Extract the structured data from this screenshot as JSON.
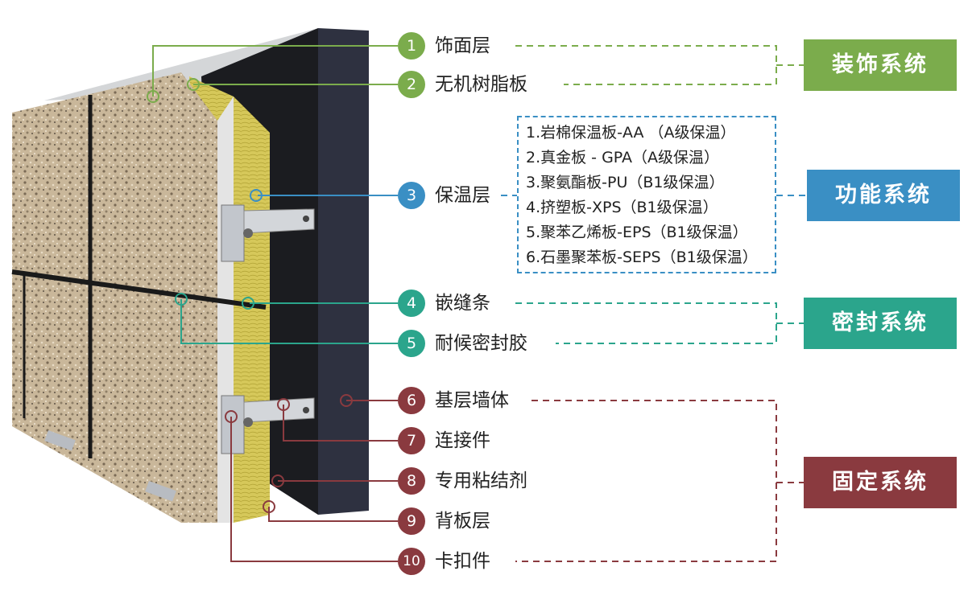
{
  "colors": {
    "decor": "#7bac4c",
    "function": "#3a8fc4",
    "seal": "#2ba58c",
    "fix": "#8a3a3f"
  },
  "components": [
    {
      "num": "1",
      "label": "饰面层",
      "group": "decor"
    },
    {
      "num": "2",
      "label": "无机树脂板",
      "group": "decor"
    },
    {
      "num": "3",
      "label": "保温层",
      "group": "function"
    },
    {
      "num": "4",
      "label": "嵌缝条",
      "group": "seal"
    },
    {
      "num": "5",
      "label": "耐候密封胶",
      "group": "seal"
    },
    {
      "num": "6",
      "label": "基层墙体",
      "group": "fix"
    },
    {
      "num": "7",
      "label": "连接件",
      "group": "fix"
    },
    {
      "num": "8",
      "label": "专用粘结剂",
      "group": "fix"
    },
    {
      "num": "9",
      "label": "背板层",
      "group": "fix"
    },
    {
      "num": "10",
      "label": "卡扣件",
      "group": "fix"
    }
  ],
  "insulation_options": [
    "1.岩棉保温板-AA （A级保温）",
    "2.真金板 - GPA（A级保温）",
    "3.聚氨酯板-PU（B1级保温）",
    "4.挤塑板-XPS（B1级保温）",
    "5.聚苯乙烯板-EPS（B1级保温）",
    "6.石墨聚苯板-SEPS（B1级保温）"
  ],
  "systems": {
    "decor": "装饰系统",
    "function": "功能系统",
    "seal": "密封系统",
    "fix": "固定系统"
  }
}
